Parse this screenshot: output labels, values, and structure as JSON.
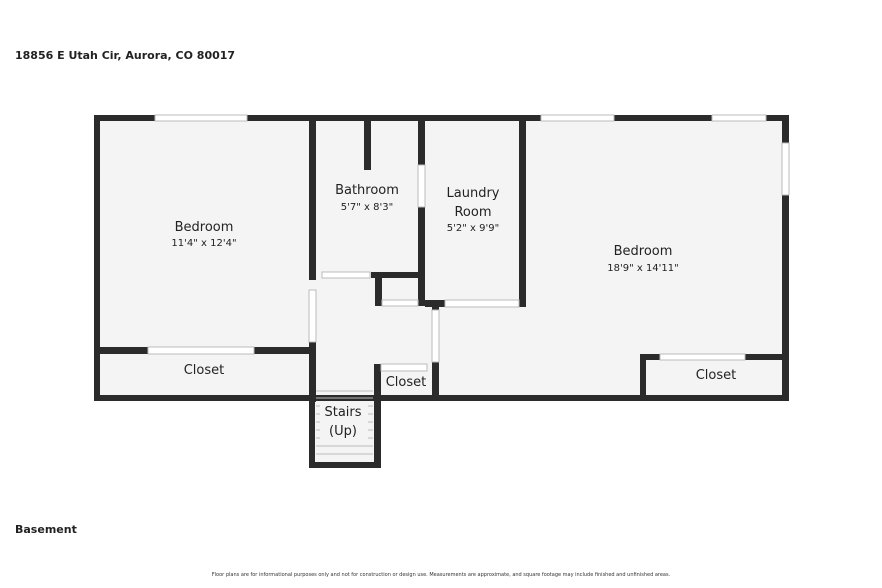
{
  "header": {
    "address": "18856 E Utah Cir, Aurora, CO 80017"
  },
  "floor": {
    "label": "Basement"
  },
  "footer": {
    "disclaimer": "Floor plans are for informational purposes only and not for construction or design use. Measurements are approximate, and square footage may include finished and unfinished areas."
  },
  "rooms": {
    "bedroom_left": {
      "name": "Bedroom",
      "dims": "11'4\" x 12'4\""
    },
    "bathroom": {
      "name": "Bathroom",
      "dims": "5'7\" x 8'3\""
    },
    "laundry": {
      "name_line1": "Laundry",
      "name_line2": "Room",
      "dims": "5'2\" x 9'9\""
    },
    "bedroom_right": {
      "name": "Bedroom",
      "dims": "18'9\" x 14'11\""
    },
    "closet_left": {
      "name": "Closet"
    },
    "closet_center": {
      "name": "Closet"
    },
    "closet_right": {
      "name": "Closet"
    },
    "stairs": {
      "name_line1": "Stairs",
      "name_line2": "(Up)"
    }
  },
  "colors": {
    "wall": "#2b2b2b",
    "floor": "#f4f4f4",
    "window": "#dddddd",
    "background": "#ffffff"
  }
}
